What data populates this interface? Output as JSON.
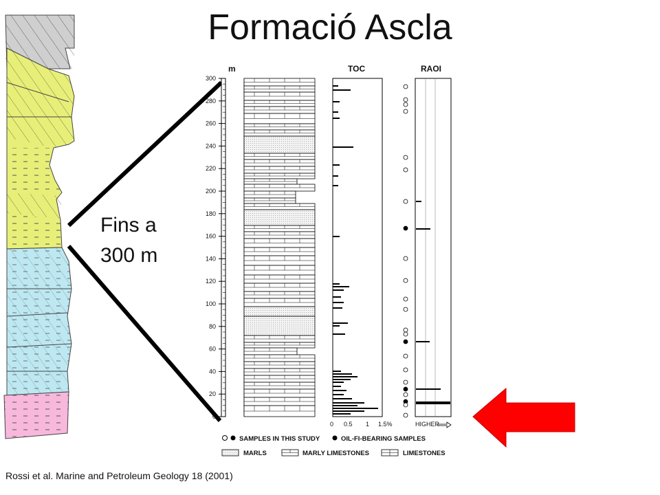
{
  "title": "Formació Ascla",
  "annotation": {
    "line1": "Fins a",
    "line2": "300 m"
  },
  "citation": "Rossi et al. Marine and Petroleum Geology 18 (2001)",
  "depth_axis": {
    "unit": "m",
    "ticks": [
      "300",
      "280",
      "260",
      "240",
      "220",
      "200",
      "180",
      "160",
      "140",
      "120",
      "100",
      "80",
      "60",
      "40",
      "20",
      "0"
    ]
  },
  "toc": {
    "header": "TOC",
    "ticks": [
      "0",
      "0.5",
      "1",
      "1.5%"
    ]
  },
  "raoi": {
    "header": "RAOI",
    "arrow_label": "HIGHER"
  },
  "legend": {
    "samples_study": "SAMPLES IN THIS STUDY",
    "oil_fi": "OIL-FI-BEARING SAMPLES",
    "marls": "MARLS",
    "marly_limestones": "MARLY LIMESTONES",
    "limestones": "LIMESTONES"
  },
  "colors": {
    "gray": "#cfcfcf",
    "yellow": "#e8ef78",
    "cyan": "#bde8f2",
    "pink": "#f7b8dc",
    "arrow": "#ff0000"
  },
  "icons": {
    "arrow": "left-arrow-icon"
  }
}
